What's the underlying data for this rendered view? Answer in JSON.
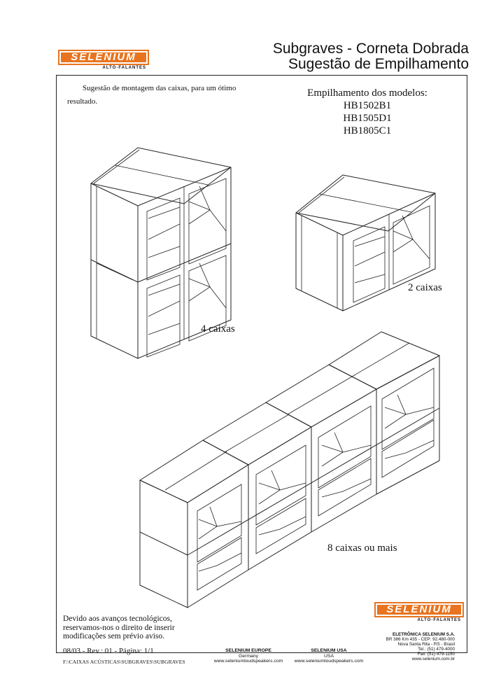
{
  "header": {
    "title_line1": "Subgraves - Corneta Dobrada",
    "title_line2": "Sugestão de Empilhamento"
  },
  "logo": {
    "brand": "SELENIUM",
    "tagline": "ALTO-FALANTES"
  },
  "intro_text": "Sugestão de montagem das caixas, para um ótimo resultado.",
  "models": {
    "heading": "Empilhamento dos modelos:",
    "items": [
      "HB1502B1",
      "HB1505D1",
      "HB1805C1"
    ]
  },
  "captions": {
    "four": "4 caixas",
    "two": "2 caixas",
    "eight": "8 caixas ou mais"
  },
  "footer": {
    "notice_line1": "Devido aos avanços tecnológicos,",
    "notice_line2": "reservamos-nos o direito de inserir",
    "notice_line3": "modificações sem prévio aviso.",
    "revision": "08/03 - Rev.: 01 - Página: 1/1",
    "file_path": "F:\\CAIXAS ACÚSTICAS\\SUBGRAVES\\SUBGRAVES",
    "europe": {
      "name": "SELENIUM EUROPE",
      "country": "Germany",
      "web": "www.seleniumloudspeakers.com"
    },
    "usa": {
      "name": "SELENIUM USA",
      "country": "USA",
      "web": "www.seleniumloudspeakers.com"
    },
    "company": {
      "name": "ELETRÔNICA SELENIUM S.A.",
      "address1": "BR 386 Km 435 - CEP: 92.480-000",
      "address2": "Nova Santa Rita - RS - Brasil",
      "tel": "Tel.: (51) 479-4000",
      "fax": "Fax: (51) 479-1150",
      "web": "www.selenium.com.br"
    }
  },
  "colors": {
    "brand_orange": "#e8741f",
    "line": "#222222"
  },
  "illustrations": [
    "stack-4-boxes",
    "stack-2-boxes",
    "stack-8-boxes"
  ]
}
